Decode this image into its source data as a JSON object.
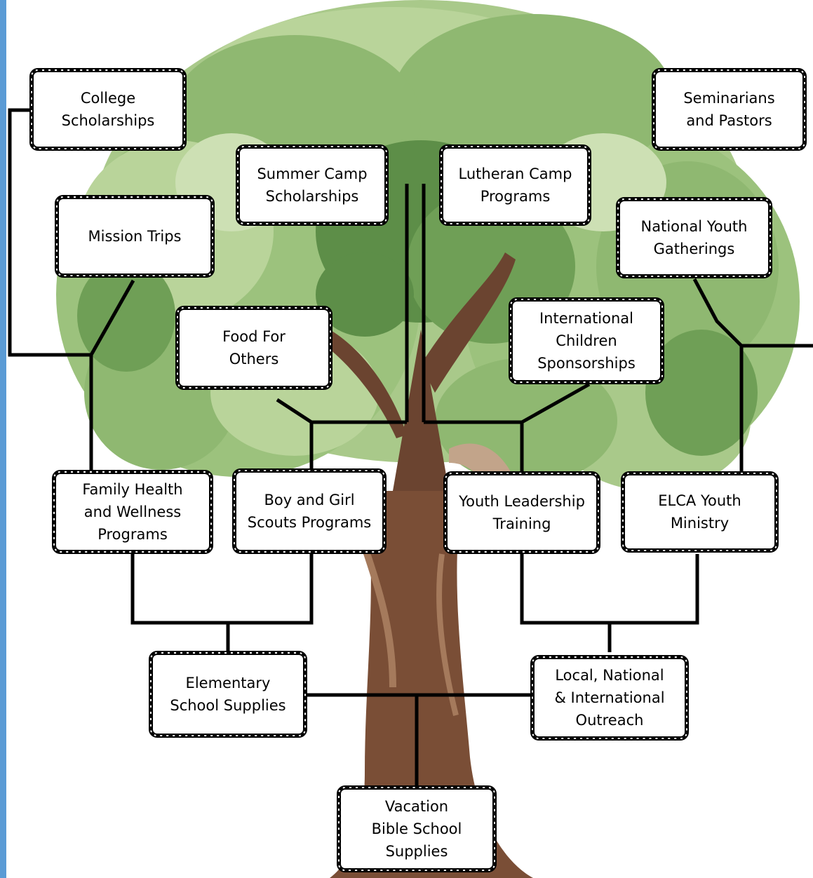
{
  "accent_color": "#5b9bd5",
  "tree_colors": {
    "leaf_light": "#b9d49a",
    "leaf_mid": "#8fb871",
    "leaf_dark": "#5d8e48",
    "trunk": "#6b4430",
    "trunk_light": "#a57a5c"
  },
  "boxes": {
    "college": "College\nScholarships",
    "seminarians": "Seminarians\nand Pastors",
    "summer_camp": "Summer Camp\nScholarships",
    "lutheran_camp": "Lutheran Camp\nPrograms",
    "mission_trips": "Mission Trips",
    "national_youth": "National Youth\nGatherings",
    "food_for_others": "Food For\nOthers",
    "international": "International\nChildren\nSponsorships",
    "family_health": "Family Health\nand Wellness\nPrograms",
    "scouts": "Boy and Girl\nScouts Programs",
    "youth_leadership": "Youth Leadership\nTraining",
    "elca_youth": "ELCA Youth\nMinistry",
    "elementary": "Elementary\nSchool Supplies",
    "outreach": "Local, National\n& International\nOutreach",
    "vbs": "Vacation\nBible School\nSupplies"
  }
}
